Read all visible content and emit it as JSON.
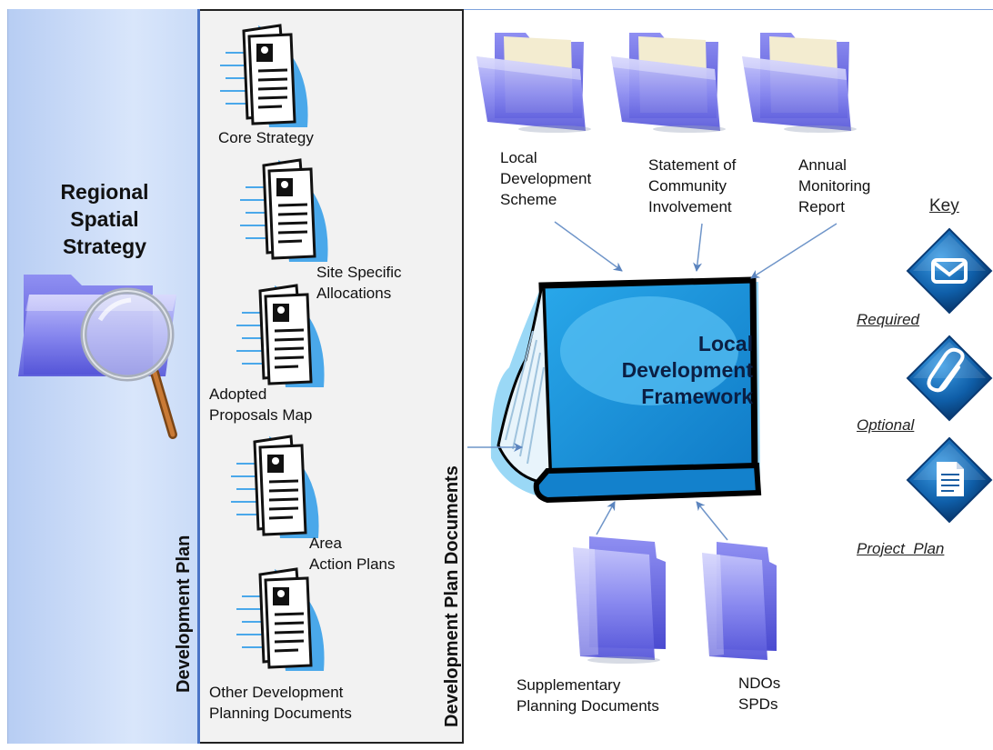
{
  "left_panel": {
    "title_lines": [
      "Regional",
      "Spatial",
      "Strategy"
    ],
    "vertical_label": "Development Plan"
  },
  "middle_panel": {
    "vertical_label": "Development Plan Documents",
    "documents": [
      {
        "lines": [
          "Core Strategy"
        ]
      },
      {
        "lines": [
          "Site Specific",
          "Allocations"
        ]
      },
      {
        "lines": [
          "Adopted",
          "Proposals Map"
        ]
      },
      {
        "lines": [
          "Area",
          "Action Plans"
        ]
      },
      {
        "lines": [
          "Other Development",
          "Planning Documents"
        ]
      }
    ]
  },
  "top_folders": [
    {
      "lines": [
        "Local",
        "Development",
        "Scheme"
      ]
    },
    {
      "lines": [
        "Statement of",
        "Community",
        "Involvement"
      ]
    },
    {
      "lines": [
        "Annual",
        "Monitoring",
        "Report"
      ]
    }
  ],
  "book": {
    "lines": [
      "Local",
      "Development",
      "Framework"
    ]
  },
  "bottom_folders": [
    {
      "lines": [
        "Supplementary",
        "Planning Documents"
      ]
    },
    {
      "lines": [
        "NDOs",
        "SPDs"
      ]
    }
  ],
  "key": {
    "title": "Key",
    "items": [
      {
        "label": "Required",
        "icon": "envelope-icon"
      },
      {
        "label": "Optional",
        "icon": "paperclip-icon"
      },
      {
        "label": "Project  Plan",
        "icon": "document-icon"
      }
    ]
  },
  "colors": {
    "panel_blue": "#c7d9f7",
    "book_blue": "#1b8fd8",
    "folder_purple": "#6f6fe6",
    "arrow": "#6f95c9",
    "key_diamond": "#0e5a9c"
  }
}
